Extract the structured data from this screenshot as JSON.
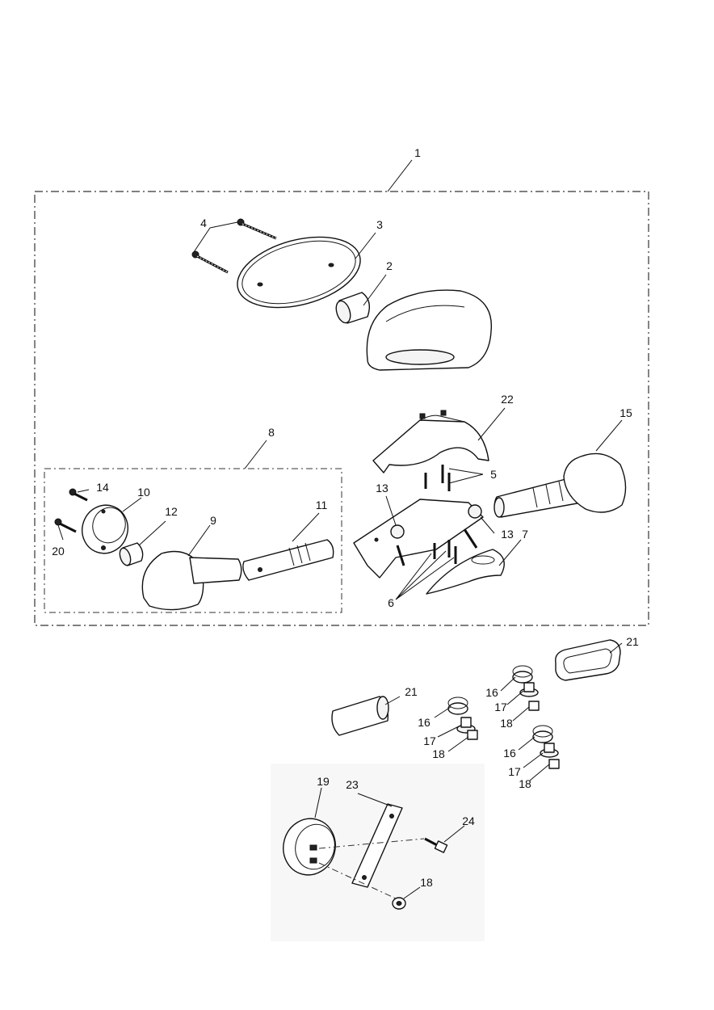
{
  "diagram": {
    "callouts": {
      "c1": "1",
      "c2": "2",
      "c3": "3",
      "c4": "4",
      "c5": "5",
      "c6": "6",
      "c7": "7",
      "c8": "8",
      "c9": "9",
      "c10": "10",
      "c11": "11",
      "c12": "12",
      "c13a": "13",
      "c13b": "13",
      "c14": "14",
      "c15": "15",
      "c16a": "16",
      "c16b": "16",
      "c16c": "16",
      "c17a": "17",
      "c17b": "17",
      "c17c": "17",
      "c18a": "18",
      "c18b": "18",
      "c18c": "18",
      "c18d": "18",
      "c19": "19",
      "c20": "20",
      "c21a": "21",
      "c21b": "21",
      "c22": "22",
      "c23": "23",
      "c24": "24"
    }
  }
}
